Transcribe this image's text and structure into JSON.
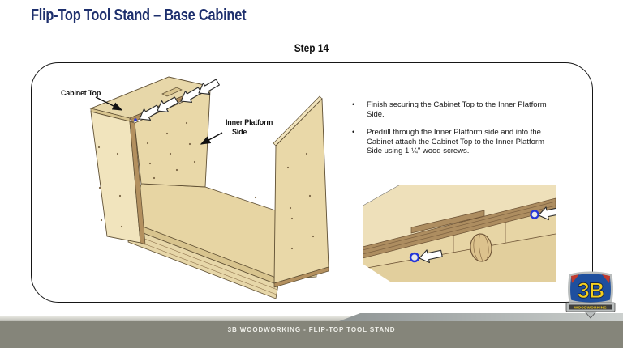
{
  "page": {
    "title": "Flip-Top Tool Stand – Base Cabinet",
    "step_label": "Step 14"
  },
  "instructions": {
    "bullet_char": "•",
    "bullets": [
      "Finish securing the Cabinet Top to the Inner Platform Side.",
      "Predrill through the Inner Platform side and into the Cabinet attach the Cabinet Top to the Inner Platform Side using 1 ¼\" wood screws."
    ]
  },
  "diagram": {
    "label_cabinet_top": "Cabinet Top",
    "label_inner_platform_line1": "Inner Platform",
    "label_inner_platform_line2": "Side"
  },
  "logo": {
    "monogram": "3B",
    "banner_text": "WOODWORKING"
  },
  "footer": {
    "text": "3B WOODWORKING - FLIP-TOP TOOL STAND"
  },
  "colors": {
    "title_navy": "#1d2f6d",
    "footer_bar": "#85857a",
    "wood_light": "#f1e4bd",
    "wood_mid": "#e7d7a9",
    "wood_edge_dark": "#b3905f",
    "wood_edge_light": "#d8c48e",
    "screw_blue": "#2637d8",
    "logo_blue": "#1e4f9e",
    "logo_yellow": "#f4cf1e",
    "logo_red": "#c03a2e",
    "logo_silver": "#b9bdbd"
  }
}
